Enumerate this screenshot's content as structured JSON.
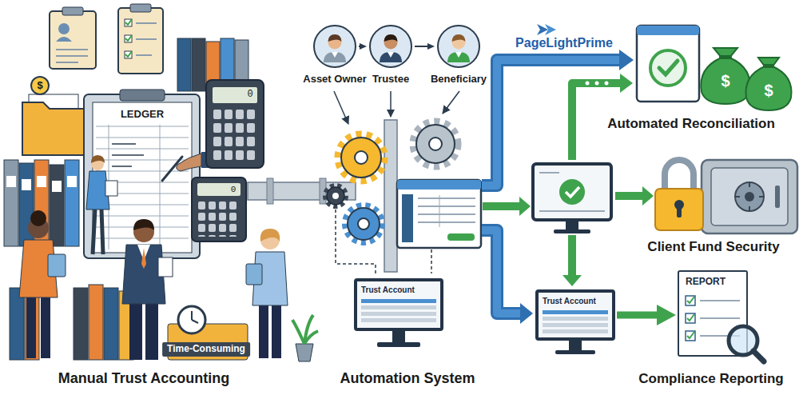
{
  "diagram": {
    "nodes": [
      {
        "text": [
          "Asset Owner"
        ]
      },
      {
        "text": [
          "Trustee"
        ]
      },
      {
        "text": [
          "Beneficiary"
        ]
      },
      {
        "text": [
          "Trust Account"
        ]
      },
      {
        "text": [
          "Trust Account"
        ]
      },
      {
        "text": [
          "REPORT"
        ]
      }
    ],
    "edges": [
      {
        "from": 0,
        "to": 1,
        "arrow": "to"
      },
      {
        "from": 1,
        "to": 2,
        "arrow": "to"
      },
      {
        "from": 4,
        "to": 5,
        "arrow": "to"
      }
    ],
    "labels": [
      "$",
      "LEDGER",
      "0",
      "0",
      "Time-Consuming",
      "Manual Trust Accounting",
      "PageLightPrime",
      "$",
      "$",
      "Automated Reconciliation",
      "Automation System",
      "Client Fund Security",
      "Compliance Reporting"
    ]
  }
}
